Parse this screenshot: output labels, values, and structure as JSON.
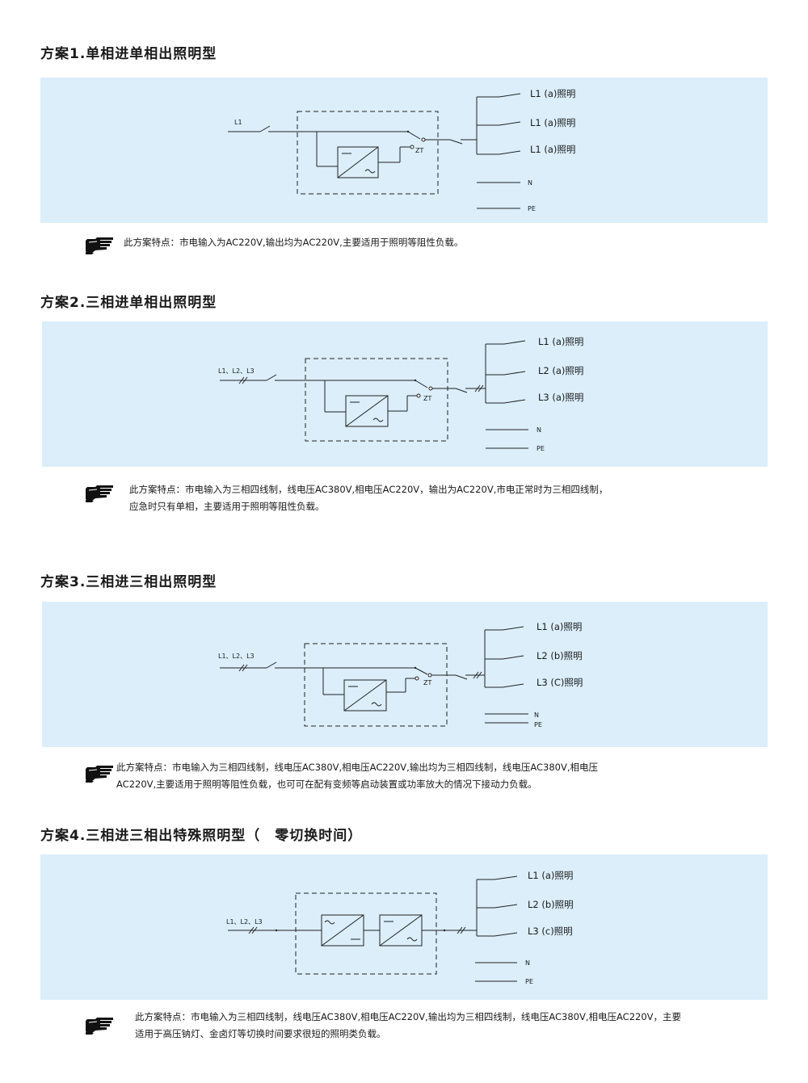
{
  "scheme1": {
    "title": "方案1.单相进单相出照明型",
    "input": "L1",
    "switch": "ZT",
    "outputs": [
      "L1 (a)照明",
      "L1 (a)照明",
      "L1 (a)照明"
    ],
    "n": "N",
    "pe": "PE",
    "note": [
      "此方案特点：市电输入为AC220V,输出均为AC220V,主要适用于照明等阻性负载。"
    ]
  },
  "scheme2": {
    "title": "方案2.三相进单相出照明型",
    "input": "L1、L2、L3",
    "switch": "ZT",
    "outputs": [
      "L1 (a)照明",
      "L2 (a)照明",
      "L3 (a)照明"
    ],
    "n": "N",
    "pe": "PE",
    "note": [
      "此方案特点：市电输入为三相四线制，线电压AC380V,相电压AC220V，输出为AC220V,市电正常时为三相四线制，",
      "应急时只有单相，主要适用于照明等阻性负载。"
    ]
  },
  "scheme3": {
    "title": "方案3.三相进三相出照明型",
    "input": "L1、L2、L3",
    "switch": "ZT",
    "outputs": [
      "L1 (a)照明",
      "L2 (b)照明",
      "L3 (C)照明"
    ],
    "n": "N",
    "pe": "PE",
    "note": [
      "此方案特点：市电输入为三相四线制，线电压AC380V,相电压AC220V,输出均为三相四线制，线电压AC380V,相电压",
      "AC220V,主要适用于照明等阻性负载，也可可在配有变频等启动装置或功率放大的情况下接动力负载。"
    ]
  },
  "scheme4": {
    "title": "方案4.三相进三相出特殊照明型（　零切换时间）",
    "input": "L1、L2、L3",
    "outputs": [
      "L1 (a)照明",
      "L2 (b)照明",
      "L3 (c)照明"
    ],
    "n": "N",
    "pe": "PE",
    "note": [
      "此方案特点：市电输入为三相四线制，线电压AC380V,相电压AC220V,输出均为三相四线制，线电压AC380V,相电压AC220V，主要",
      "适用于高压钠灯、金卤灯等切换时间要求很短的照明类负载。"
    ]
  }
}
